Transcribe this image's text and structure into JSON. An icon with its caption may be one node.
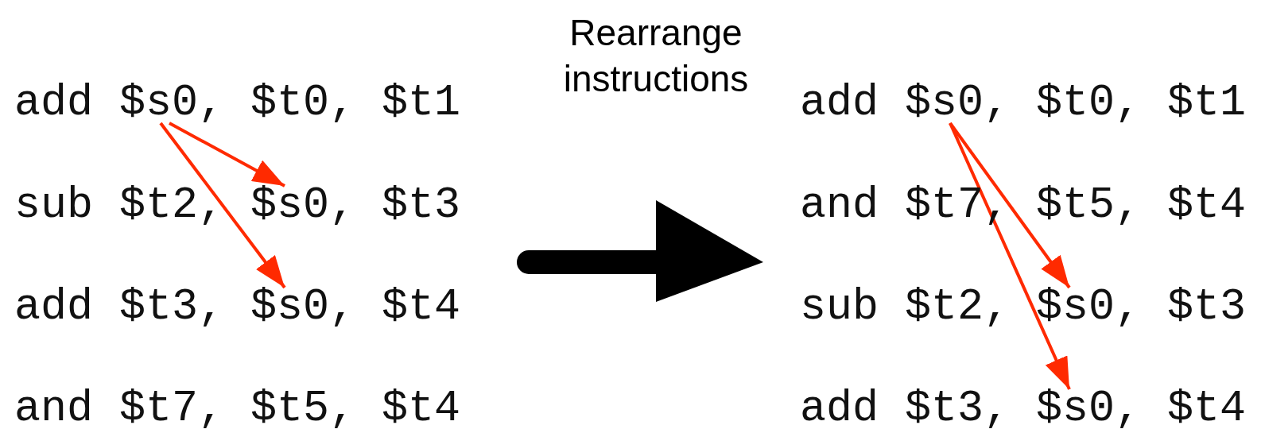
{
  "diagram": {
    "nodes": [
      {
        "text": [
          "add $s0, $t0, $t1"
        ]
      },
      {
        "text": [
          "sub $t2, $s0, $t3"
        ]
      },
      {
        "text": [
          "add $t3, $s0, $t4"
        ]
      },
      {
        "text": [
          "and $t7, $t5, $t4"
        ]
      },
      {
        "text": [
          "add $s0, $t0, $t1"
        ]
      },
      {
        "text": [
          "and $t7, $t5, $t4"
        ]
      },
      {
        "text": [
          "sub $t2, $s0, $t3"
        ]
      },
      {
        "text": [
          "add $t3, $s0, $t4"
        ]
      }
    ],
    "edges": [
      {
        "from": 0,
        "to": 1,
        "arrow": "to"
      },
      {
        "from": 0,
        "to": 2,
        "arrow": "to"
      },
      {
        "from": 4,
        "to": 6,
        "arrow": "to"
      },
      {
        "from": 4,
        "to": 7,
        "arrow": "to"
      }
    ],
    "labels": [
      "Rearrange instructions"
    ]
  }
}
